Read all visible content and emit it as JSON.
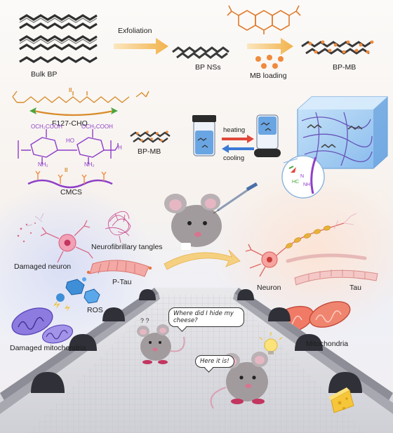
{
  "top": {
    "bulk_bp": "Bulk BP",
    "exfoliation": "Exfoliation",
    "bp_nss": "BP NSs",
    "mb_loading": "MB loading",
    "bp_mb_product": "BP-MB"
  },
  "polymers": {
    "f127": "F127-CHO",
    "cmcs": "CMCS",
    "cmcs_sub1": "OCH₂COOH",
    "cmcs_sub2": "OCH₂COOH",
    "cmcs_ho": "HO",
    "cmcs_nh2": "NH₂",
    "h_end": "H",
    "eq_sign": "II"
  },
  "gel": {
    "bp_mb": "BP-MB",
    "heating": "heating",
    "cooling": "cooling",
    "schiff_hc": "HC",
    "schiff_n": "N",
    "schiff_nh": "NH"
  },
  "disease": {
    "damaged_neuron": "Damaged neuron",
    "tangles": "Neurofibrillary tangles",
    "ptau": "P-Tau",
    "ros": "ROS",
    "damaged_mito": "Damaged mitochondria"
  },
  "healthy": {
    "neuron": "Neuron",
    "tau": "Tau",
    "mito": "Mitochondria"
  },
  "maze": {
    "bubble_question": "Where did I hide my cheese?",
    "bubble_answer": "Here it is!",
    "question_marks": "? ?"
  },
  "colors": {
    "bp_dark": "#3a3a3a",
    "mb_orange": "#f08a3c",
    "f127_orange": "#d98c2b",
    "cmcs_purple": "#8e3fc7",
    "hydrogel_blue": "#8fc3ef",
    "mouse_gray": "#a29b9e",
    "heating_red": "#e0473a",
    "cooling_blue": "#3b7bd6"
  }
}
